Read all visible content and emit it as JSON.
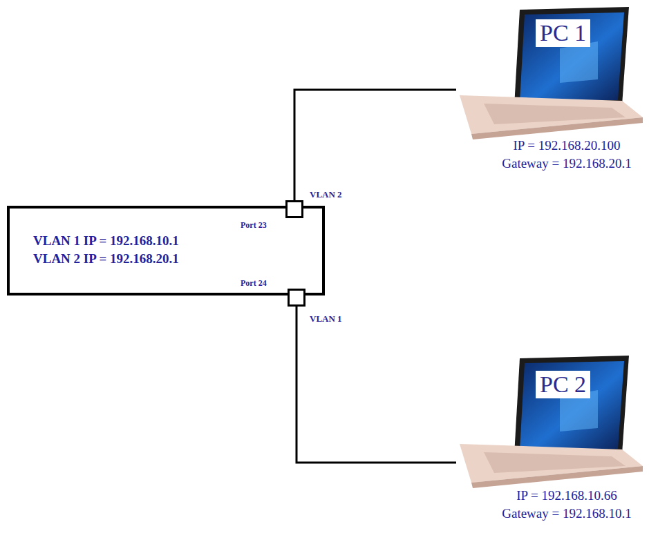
{
  "diagram": {
    "nodes": [
      {
        "text": [
          "VLAN 1 IP = 192.168.10.1",
          "VLAN 2 IP = 192.168.20.1"
        ]
      },
      {
        "text": [
          "Port 23"
        ],
        "in": 0
      },
      {
        "text": [
          "Port 24"
        ],
        "in": 0
      },
      {
        "text": [
          "PC 1",
          "IP = 192.168.20.100",
          "Gateway = 192.168.20.1"
        ]
      },
      {
        "text": [
          "PC 2",
          "IP = 192.168.10.66",
          "Gateway = 192.168.10.1"
        ]
      }
    ],
    "edges": [
      {
        "from": 1,
        "to": 3,
        "arrow": "none"
      },
      {
        "from": 2,
        "to": 4,
        "arrow": "none"
      }
    ],
    "labels": [
      "VLAN 2",
      "VLAN 1"
    ]
  }
}
